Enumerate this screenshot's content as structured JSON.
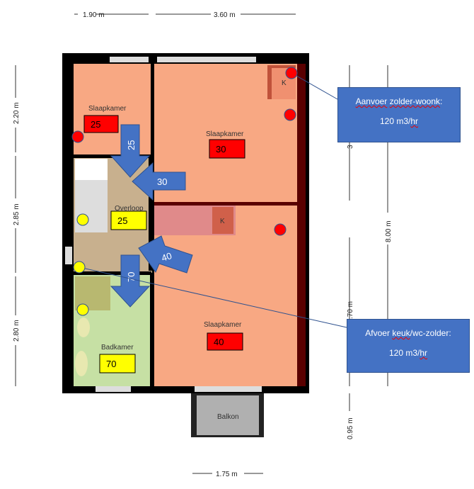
{
  "dimensions": {
    "top_left": "1.90 m",
    "top_right": "3.60 m",
    "left_top": "2.20 m",
    "left_mid": "2.85 m",
    "left_bottom": "2.80 m",
    "right_upper": "3",
    "right_total": "8.00 m",
    "right_lower": ".70 m",
    "right_balcony": "0.95 m",
    "bottom": "1.75 m"
  },
  "rooms": {
    "bedroom_small": {
      "label": "Slaapkamer",
      "value": "25"
    },
    "bedroom_top": {
      "label": "Slaapkamer",
      "value": "30"
    },
    "landing": {
      "label": "Overloop",
      "value": "25"
    },
    "bedroom_bottom": {
      "label": "Slaapkamer",
      "value": "40"
    },
    "bathroom": {
      "label": "Badkamer",
      "value": "70"
    },
    "balcony": {
      "label": "Balkon"
    },
    "closet_top": {
      "label": "K"
    },
    "closet_stairs": {
      "label": "K"
    }
  },
  "arrows": {
    "a25": "25",
    "a30": "30",
    "a40": "40",
    "a70": "70"
  },
  "callouts": {
    "supply": {
      "title_a": "Aanvoer",
      "title_b": " ",
      "title_c": "zolder-woonk",
      "title_d": ":",
      "rate_a": "120 m3/",
      "rate_b": "hr"
    },
    "exhaust": {
      "title_a": "Afvoer ",
      "title_b": "keuk",
      "title_c": "/wc-zolder:",
      "rate_a": "120 m3/",
      "rate_b": "hr"
    }
  },
  "colors": {
    "supply": "#e00000",
    "exhaust": "#ffff00",
    "arrow": "#4472c4",
    "bedroom": "#f8a883",
    "landing": "#c8b08e",
    "bathroom": "#c6e0a4"
  }
}
